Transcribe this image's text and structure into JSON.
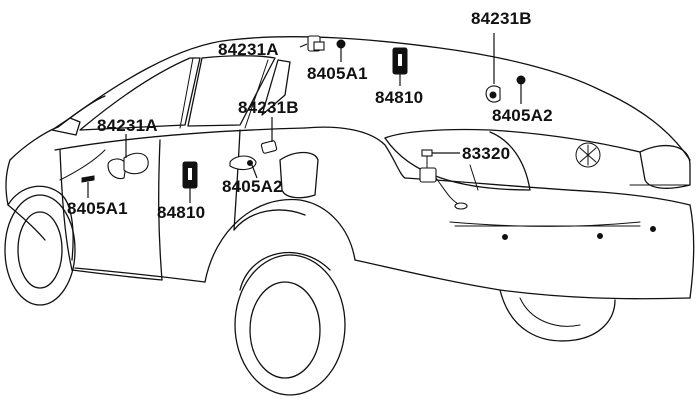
{
  "labels": {
    "label_84231B_top": "84231B",
    "label_84231A_top": "84231A",
    "label_8405A1_top": "8405A1",
    "label_84810_top": "84810",
    "label_8405A2_right": "8405A2",
    "label_84231B_mid": "84231B",
    "label_84231A_left": "84231A",
    "label_83320": "83320",
    "label_8405A2_mid": "8405A2",
    "label_8405A1_left": "8405A1",
    "label_84810_mid": "84810"
  }
}
